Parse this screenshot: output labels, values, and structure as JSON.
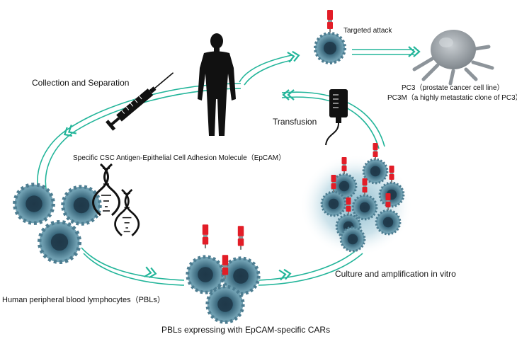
{
  "labels": {
    "collection": "Collection and Separation",
    "targeted": "Targeted attack",
    "pc3": "PC3（prostate cancer cell line）",
    "pc3m": "PC3M（a highly metastatic clone of PC3）",
    "transfusion": "Transfusion",
    "antigen": "Specific CSC Antigen-Epithelial Cell Adhesion Molecule（EpCAM）",
    "culture": "Culture and amplification in vitro",
    "pbls": "Human peripheral blood lymphocytes（PBLs）",
    "cars": "PBLs expressing with EpCAM-specific CARs"
  },
  "colors": {
    "cycle_arrow": "#23b59a",
    "lymphocyte": "#3f7488",
    "lymphocyte_core": "#243f52",
    "receptor": "#e21d27",
    "tumor": "#9aa1a7",
    "glow": "#8fc0d2",
    "human": "#111111"
  }
}
